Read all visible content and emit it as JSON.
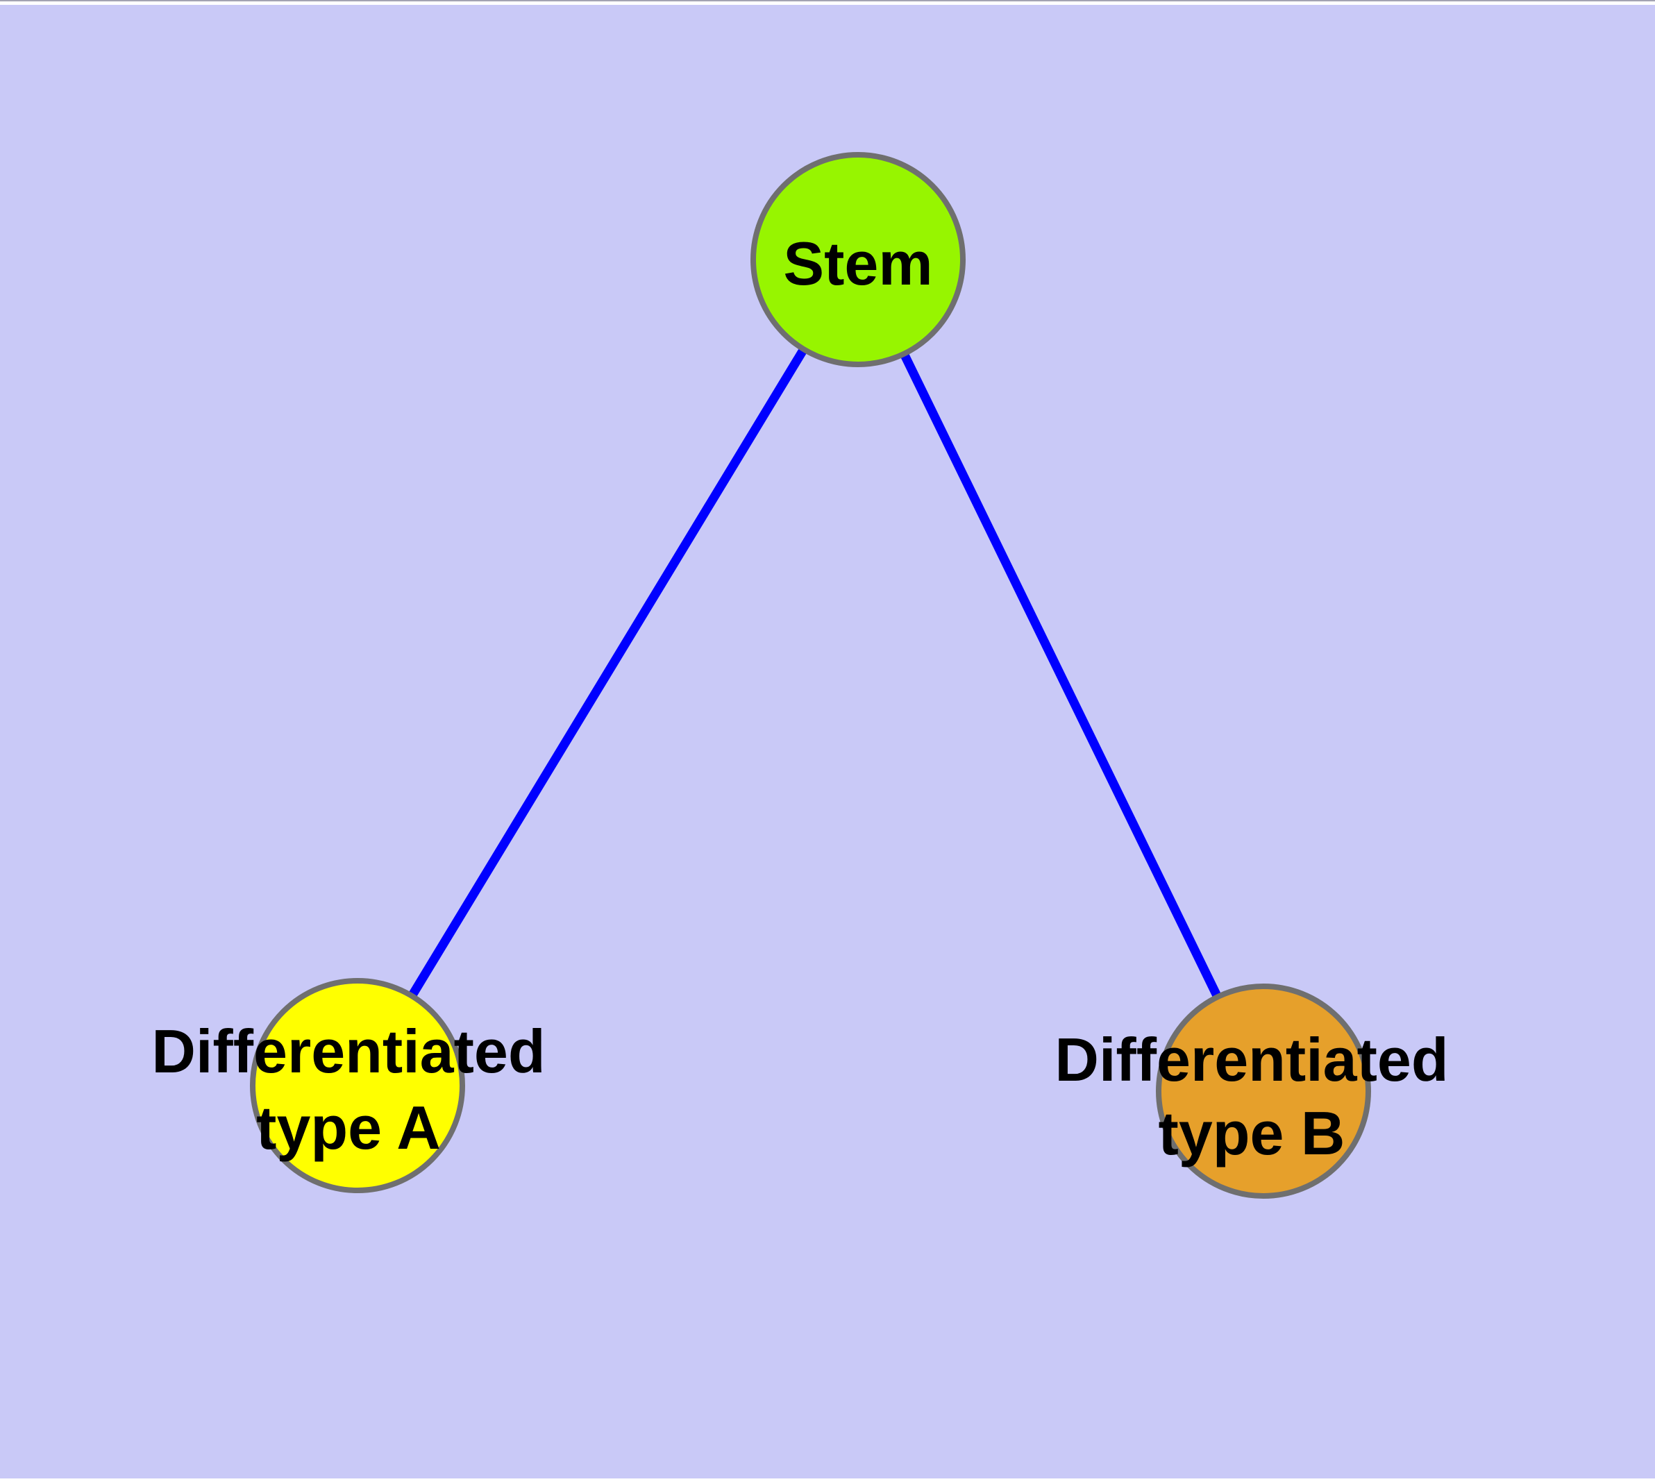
{
  "diagram": {
    "type": "graph",
    "description_visible_text": [
      "Stem",
      "Differentiated type A",
      "Differentiated type B"
    ],
    "colors": {
      "background": "#c9c9f7",
      "page_margin": "#ffffff",
      "top_hairline": "#a3a3b2",
      "edge": "#0000ff",
      "node_border": "#6f6f6f",
      "label_text": "#000000"
    },
    "nodes": [
      {
        "id": "stem",
        "label": "Stem",
        "fill": "#97f500"
      },
      {
        "id": "differentiated-type-a",
        "label": "Differentiated type A",
        "label_line1": "Differentiated",
        "label_line2": "type A",
        "fill": "#ffff00"
      },
      {
        "id": "differentiated-type-b",
        "label": "Differentiated type B",
        "label_line1": "Differentiated",
        "label_line2": "type B",
        "fill": "#e6a02b"
      }
    ],
    "edges": [
      {
        "from": "Stem",
        "to": "Differentiated type A"
      },
      {
        "from": "Stem",
        "to": "Differentiated type B"
      }
    ]
  }
}
